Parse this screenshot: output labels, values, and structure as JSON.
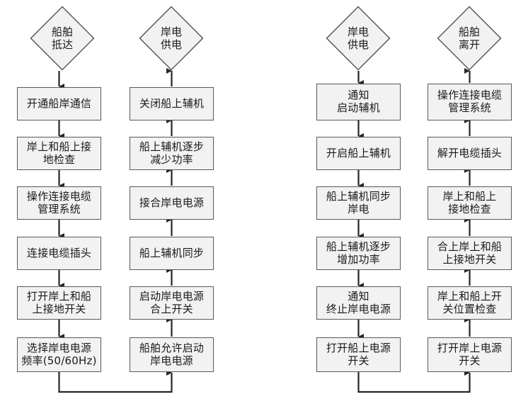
{
  "diagram": {
    "title": "",
    "background_color": "#ffffff",
    "node_fill": "#f2f2f2",
    "node_border": "#595959",
    "connector_color": "#262626",
    "columns": [
      {
        "id": "column-1",
        "name": "ship-arrival-column",
        "direction": "down",
        "terminator": {
          "name": "terminator-ship-arrival",
          "label": "船舶\n抵达"
        },
        "steps": [
          {
            "name": "step-open-ship-shore-comm",
            "label": "开通船岸通信"
          },
          {
            "name": "step-shore-ship-ground-check",
            "label": "岸上和船上接\n地检查"
          },
          {
            "name": "step-operate-cable-mgmt-system",
            "label": "操作连接电缆\n管理系统"
          },
          {
            "name": "step-connect-cable-plug",
            "label": "连接电缆插头"
          },
          {
            "name": "step-open-ground-switches",
            "label": "打开岸上和船\n上接地开关"
          },
          {
            "name": "step-select-frequency",
            "label": "选择岸电电源\n频率(50/60Hz)"
          }
        ]
      },
      {
        "id": "column-2",
        "name": "shore-power-supply-column",
        "direction": "up",
        "terminator": {
          "name": "terminator-shore-power-supply",
          "label": "岸电\n供电"
        },
        "steps": [
          {
            "name": "step-shutdown-ship-auxiliary",
            "label": "关闭船上辅机"
          },
          {
            "name": "step-reduce-auxiliary-power",
            "label": "船上辅机逐步\n减少功率"
          },
          {
            "name": "step-connect-shore-power",
            "label": "接合岸电电源"
          },
          {
            "name": "step-sync-ship-auxiliary",
            "label": "船上辅机同步"
          },
          {
            "name": "step-start-shore-power-close-switch",
            "label": "启动岸电电源\n合上开关"
          },
          {
            "name": "step-ship-allow-start-shore-power",
            "label": "船舶允许启动\n岸电电源"
          }
        ]
      },
      {
        "id": "column-3",
        "name": "shore-power-stop-column",
        "direction": "down",
        "terminator": {
          "name": "terminator-shore-power-supply-2",
          "label": "岸电\n供电"
        },
        "steps": [
          {
            "name": "step-notify-start-auxiliary",
            "label": "通知\n启动辅机"
          },
          {
            "name": "step-start-ship-auxiliary",
            "label": "开启船上辅机"
          },
          {
            "name": "step-ship-auxiliary-sync-shore",
            "label": "船上辅机同步\n岸电"
          },
          {
            "name": "step-increase-auxiliary-power",
            "label": "船上辅机逐步\n增加功率"
          },
          {
            "name": "step-notify-stop-shore-power",
            "label": "通知\n终止岸电电源"
          },
          {
            "name": "step-open-ship-power-switch",
            "label": "打开船上电源\n开关"
          }
        ]
      },
      {
        "id": "column-4",
        "name": "ship-departure-column",
        "direction": "up",
        "terminator": {
          "name": "terminator-ship-departure",
          "label": "船舶\n离开"
        },
        "steps": [
          {
            "name": "step-operate-cable-mgmt-system-2",
            "label": "操作连接电缆\n管理系统"
          },
          {
            "name": "step-disconnect-cable-plug",
            "label": "解开电缆插头"
          },
          {
            "name": "step-shore-ship-ground-check-2",
            "label": "岸上和船上\n接地检查"
          },
          {
            "name": "step-close-ground-switches",
            "label": "合上岸上和船\n上接地开关"
          },
          {
            "name": "step-check-switch-positions",
            "label": "岸上和船上开\n关位置检查"
          },
          {
            "name": "step-open-shore-power-switch",
            "label": "打开岸上电源\n开关"
          }
        ]
      }
    ],
    "cross_links": [
      {
        "name": "link-col1-to-col2",
        "from": "column-1.step-select-frequency",
        "to": "column-2.step-ship-allow-start-shore-power"
      },
      {
        "name": "link-col3-to-col4",
        "from": "column-3.step-open-ship-power-switch",
        "to": "column-4.step-open-shore-power-switch"
      }
    ]
  }
}
